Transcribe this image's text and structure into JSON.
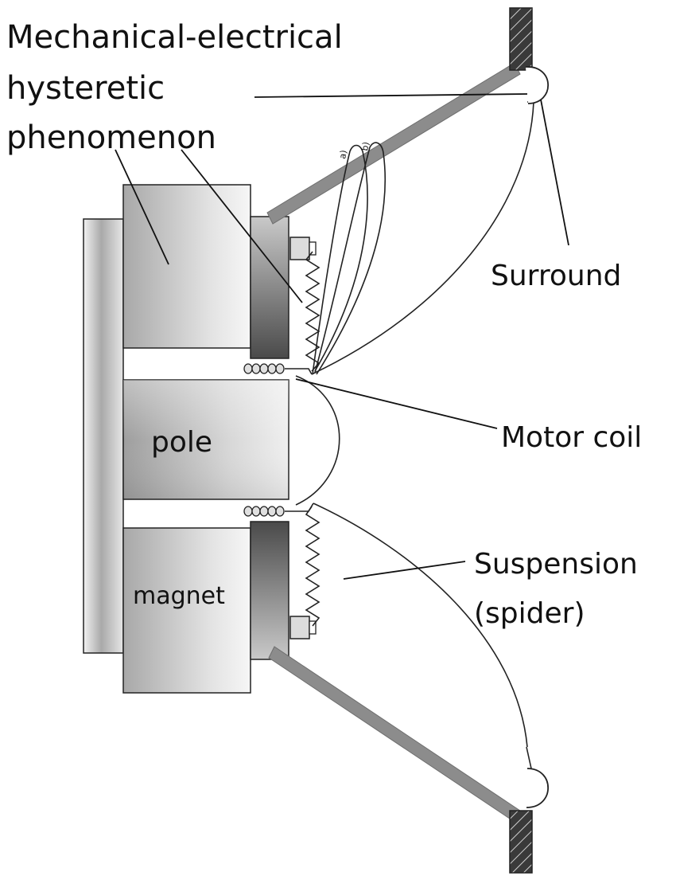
{
  "labels": {
    "hysteretic_line1": "Mechanical-electrical",
    "hysteretic_line2": "hysteretic",
    "hysteretic_line3": "phenomenon",
    "surround": "Surround",
    "motor_coil": "Motor coil",
    "suspension_line1": "Suspension",
    "suspension_line2": "(spider)",
    "pole": "pole",
    "magnet": "magnet"
  },
  "colors": {
    "frame": "#8c8c8c",
    "hatch": "#3a3a3a",
    "ink": "#111111"
  }
}
